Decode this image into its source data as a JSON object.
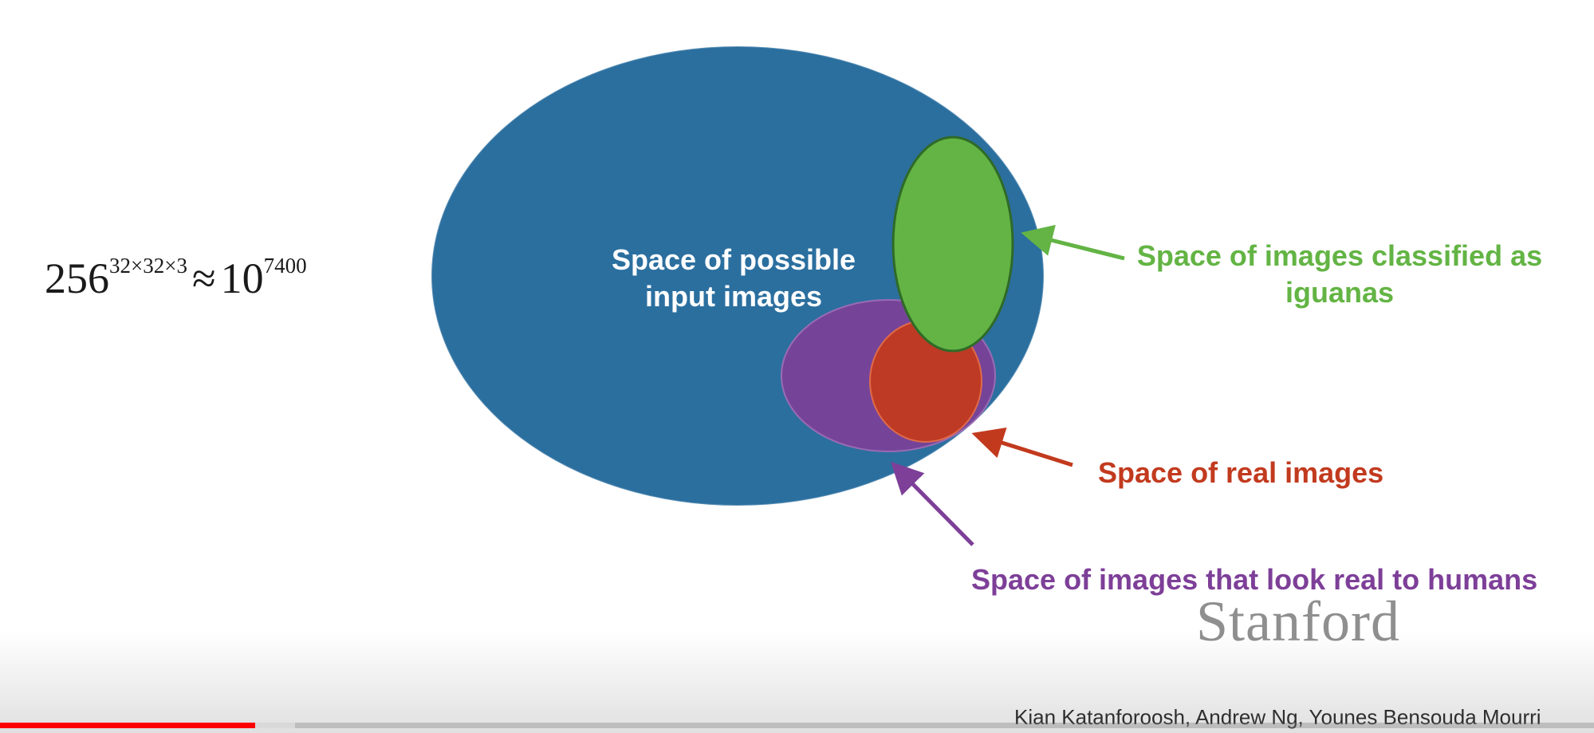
{
  "formula": {
    "base": "256",
    "exponent": "32×32×3",
    "approx": "≈",
    "result_base": "10",
    "result_exponent": "7400"
  },
  "labels": {
    "input_space": "Space of possible input images",
    "iguana_space": "Space of images classified as iguanas",
    "real_space": "Space of real images",
    "human_space": "Space of images that look real to humans"
  },
  "colors": {
    "input_space": "#2b6f9f",
    "iguana_space": "#63b444",
    "real_space": "#c23a1e",
    "human_space": "#7d3f98"
  },
  "logo": "Stanford",
  "credits": "Kian Katanforoosh, Andrew Ng, Younes Bensouda Mourri",
  "video": {
    "progress": 0.16
  }
}
